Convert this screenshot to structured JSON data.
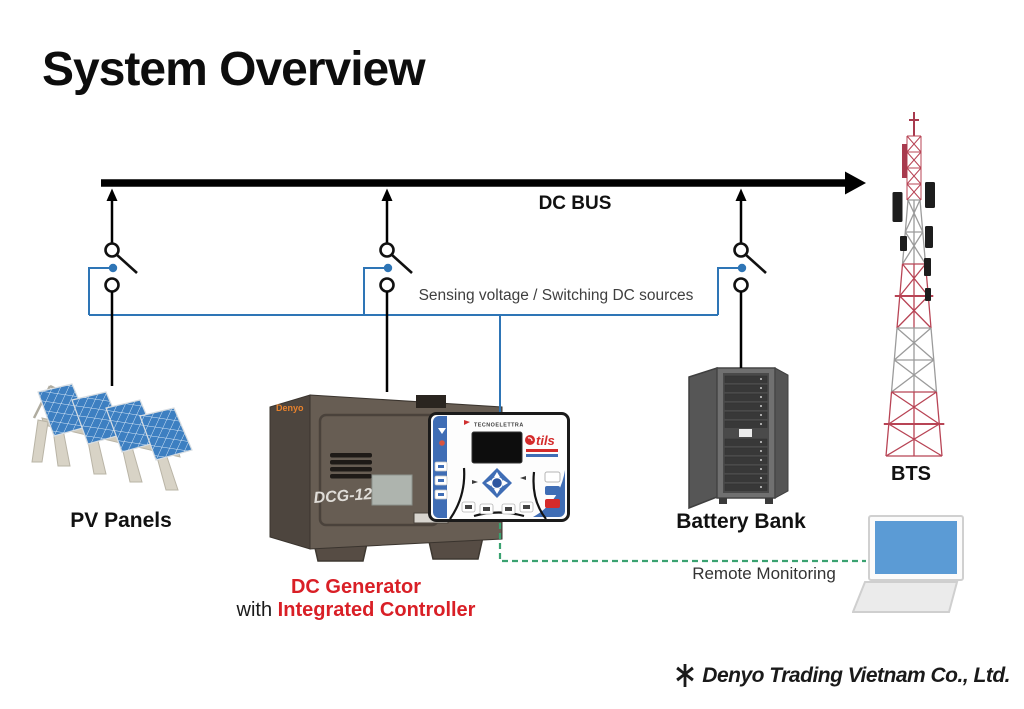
{
  "slide": {
    "title": "System Overview",
    "footer_company": "Denyo Trading Vietnam Co., Ltd."
  },
  "bus": {
    "label": "DC BUS"
  },
  "sensing": {
    "label": "Sensing voltage / Switching DC sources"
  },
  "remote": {
    "label": "Remote Monitoring"
  },
  "devices": {
    "pv": {
      "label": "PV Panels"
    },
    "generator": {
      "label_line1": "DC Generator",
      "label_line2_prefix": "with",
      "label_line2_highlight": "Integrated Controller",
      "model": "DCG-12",
      "brand": "Denyo"
    },
    "controller": {
      "brand": "TECNOELETTRA",
      "logo": "tils"
    },
    "battery": {
      "label": "Battery Bank"
    },
    "bts": {
      "label": "BTS"
    }
  },
  "colors": {
    "circuit_blue": "#2e75b6",
    "monitor_green": "#3aa271",
    "highlight_red": "#d91f26",
    "bus_black": "#000000",
    "laptop_screen_blue": "#5b9bd5",
    "tower_red": "#b84455",
    "tower_gray": "#9b9b9b"
  },
  "icons": {
    "bus_arrow": "right-triangle-arrowhead",
    "line_arrow": "up-triangle-arrowhead",
    "disconnect_switch": "circle-blade-circle-symbol",
    "company_mark": "denyo-jack-mark",
    "laptop": "blue-screen-laptop",
    "bts_tower": "red-white-lattice-tower"
  }
}
